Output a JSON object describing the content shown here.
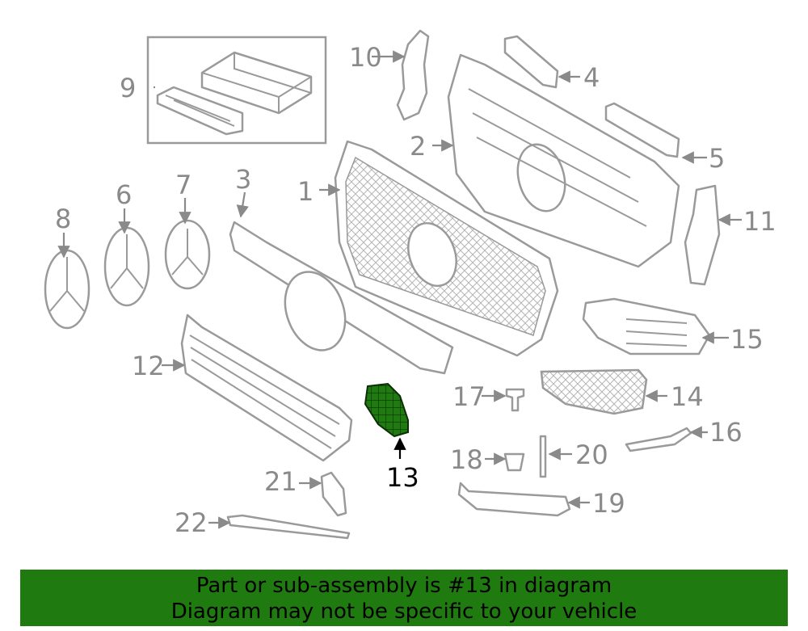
{
  "diagram": {
    "highlighted_part": "13",
    "highlight_color": "#1f7a10",
    "callouts": [
      "1",
      "2",
      "3",
      "4",
      "5",
      "6",
      "7",
      "8",
      "9",
      "10",
      "11",
      "12",
      "13",
      "14",
      "15",
      "16",
      "17",
      "18",
      "19",
      "20",
      "21",
      "22"
    ]
  },
  "banner": {
    "line1": "Part or sub-assembly is #13 in diagram",
    "line2": "Diagram may not be specific to your vehicle",
    "background": "#1f7a10"
  }
}
